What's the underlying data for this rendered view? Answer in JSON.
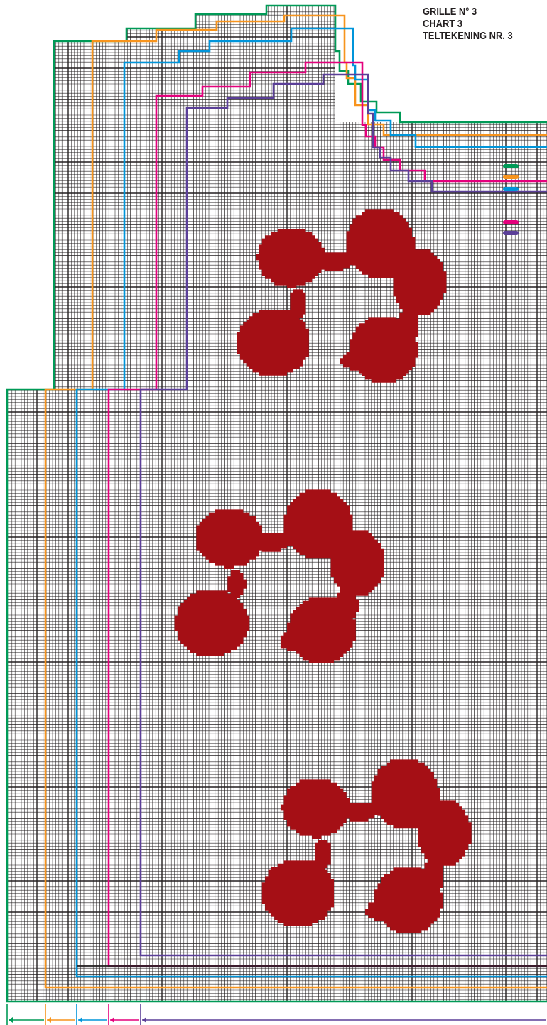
{
  "chart": {
    "title_lines": [
      "GRILLE N° 3",
      "CHART 3",
      "TELTEKENING NR. 3"
    ]
  },
  "colors": {
    "grid_line": "#231f20",
    "motif": "#a50f15",
    "size_1": "#009a57",
    "size_2": "#f7941d",
    "size_3": "#0095da",
    "size_4": "#e4007c",
    "size_5": "#5b3f98"
  },
  "legend": {
    "sizes": [
      {
        "color_key": "size_1",
        "icon": "green-dash"
      },
      {
        "color_key": "size_2",
        "icon": "orange-dash"
      },
      {
        "color_key": "size_3",
        "icon": "blue-dash"
      },
      {
        "color_key": "size_4",
        "icon": "magenta-dash"
      },
      {
        "color_key": "size_5",
        "icon": "purple-dash"
      }
    ]
  },
  "motif": {
    "name": "flower",
    "count": 3
  }
}
